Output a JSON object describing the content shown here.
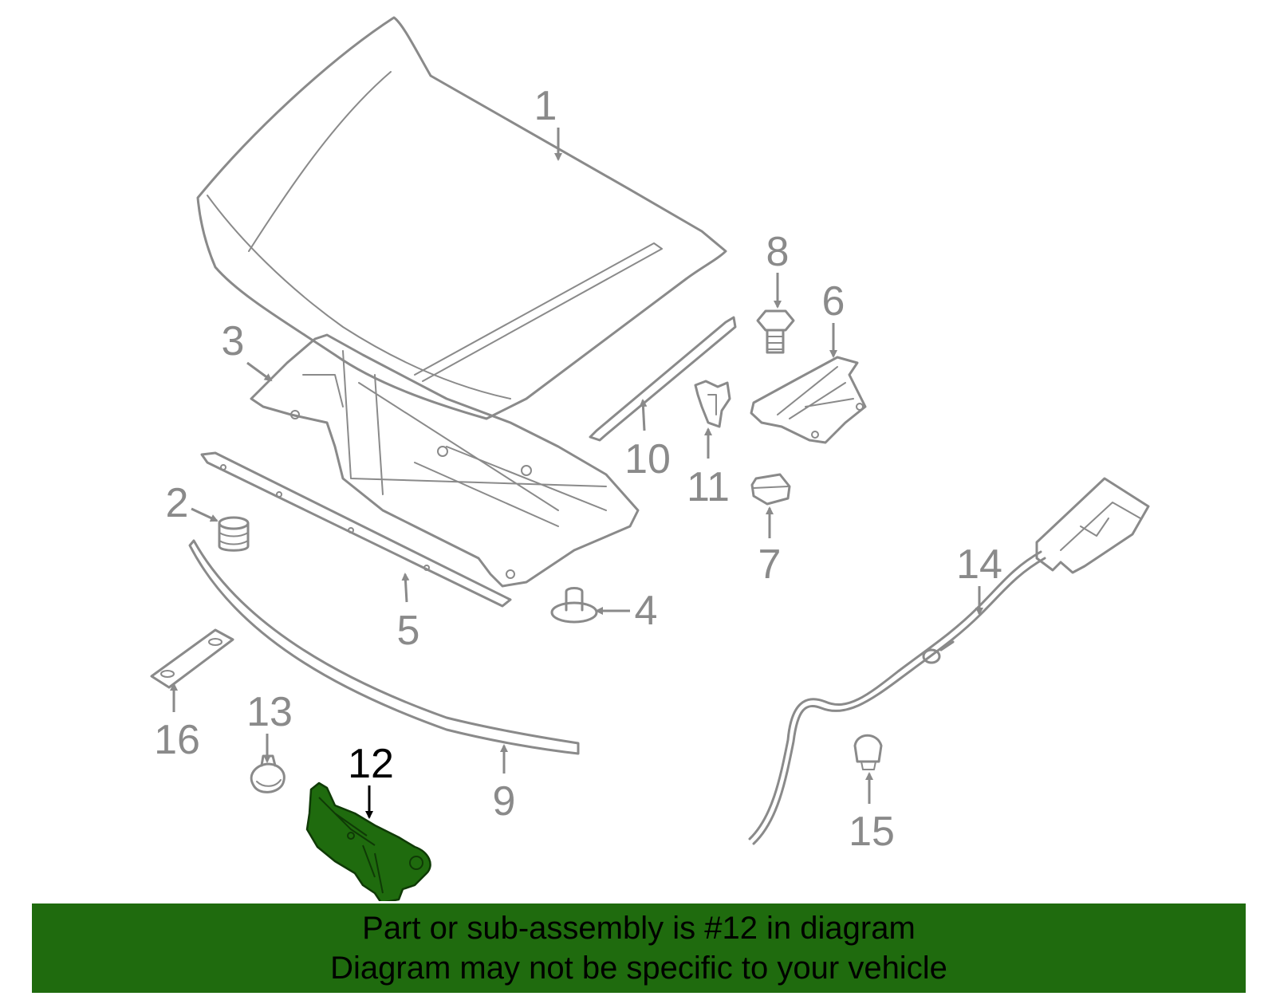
{
  "banner": {
    "line1": "Part or sub-assembly is #12 in diagram",
    "line2": "Diagram may not be specific to your vehicle",
    "background": "#1f6b0e"
  },
  "highlight_color": "#1f6b0e",
  "callouts": {
    "c1": "1",
    "c2": "2",
    "c3": "3",
    "c4": "4",
    "c5": "5",
    "c6": "6",
    "c7": "7",
    "c8": "8",
    "c9": "9",
    "c10": "10",
    "c11": "11",
    "c12": "12",
    "c13": "13",
    "c14": "14",
    "c15": "15",
    "c16": "16"
  },
  "highlighted_part": "12"
}
